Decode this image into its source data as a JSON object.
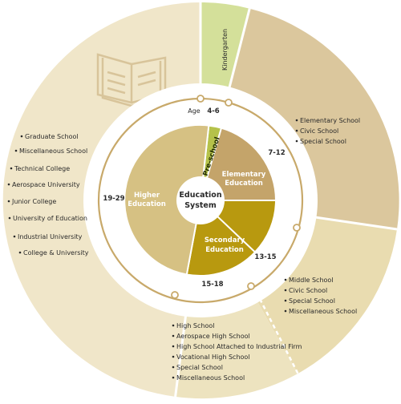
{
  "diagram": {
    "center_line1": "Education",
    "center_line2": "System",
    "age_label": "Age",
    "stages": [
      {
        "id": "preschool",
        "label": "Pre-school",
        "age": "4-6",
        "color": "#b5c24a"
      },
      {
        "id": "elementary",
        "line1": "Elementary",
        "line2": "Education",
        "age": "7-12",
        "color": "#c4a46a"
      },
      {
        "id": "secondary",
        "line1": "Secondary",
        "line2": "Education",
        "age": "13-15",
        "color": "#b8990f"
      },
      {
        "id": "high",
        "age": "15-18"
      },
      {
        "id": "higher",
        "line1": "Higher",
        "line2": "Education",
        "age": "19-29",
        "color": "#d6c183"
      }
    ],
    "outer_segments": {
      "kindergarten": {
        "label": "Kindergarten",
        "color": "#d4e09a"
      },
      "elementary": {
        "color": "#dbc79d",
        "items": [
          "Elementary School",
          "Civic School",
          "Special School"
        ]
      },
      "middle": {
        "color": "#e9dcb0",
        "items": [
          "Middle School",
          "Civic School",
          "Special School",
          "Miscellaneous School"
        ]
      },
      "high": {
        "color": "#ede3bf",
        "items": [
          "High School",
          "Aerospace High School",
          "High School Attached to Industrial Firm",
          "Vocational  High  School",
          "Special School",
          "Miscellaneous School"
        ]
      },
      "higher": {
        "color": "#f0e6c9",
        "items": [
          "Graduate School",
          "Miscellaneous School",
          "Technical College",
          "Aerospace University",
          "Junior College",
          "University of Education",
          "Industrial University",
          "College & University"
        ]
      }
    },
    "ring_color": "#c8a96a",
    "book_icon_color": "#d8c49a"
  }
}
